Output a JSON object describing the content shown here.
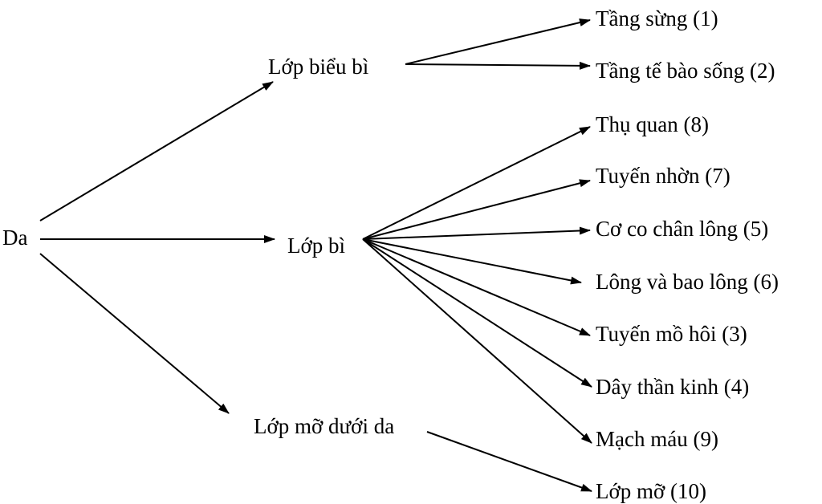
{
  "diagram": {
    "root": "Da",
    "layers": [
      {
        "label": "Lớp biểu bì",
        "children": [
          "Tầng sừng (1)",
          "Tầng tế bào sống (2)"
        ]
      },
      {
        "label": "Lớp bì",
        "children": [
          "Thụ quan (8)",
          "Tuyến nhờn (7)",
          "Cơ co chân lông (5)",
          "Lông và bao lông (6)",
          "Tuyến mồ hôi (3)",
          "Dây thần kinh (4)",
          "Mạch máu (9)"
        ]
      },
      {
        "label": "Lớp mỡ dưới da",
        "children": [
          "Lớp mỡ (10)"
        ]
      }
    ]
  }
}
